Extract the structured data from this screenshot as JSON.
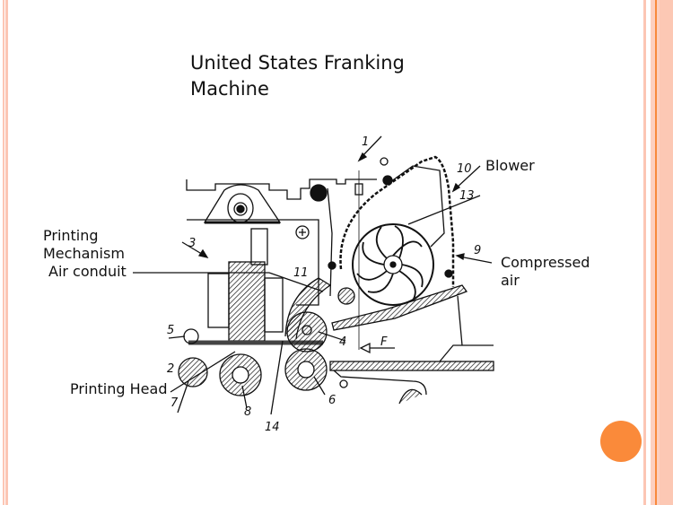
{
  "slide": {
    "title_line1": "United States Franking",
    "title_line2": "Machine",
    "accent_color": "#fa8a3a",
    "border_color": "#fcc6b4"
  },
  "diagram": {
    "labels": {
      "printing_mechanism_line1": "Printing",
      "printing_mechanism_line2": "Mechanism",
      "air_conduit": "Air conduit",
      "printing_head": "Printing Head",
      "blower": "Blower",
      "compressed_air_line1": "Compressed",
      "compressed_air_line2": "air"
    },
    "part_numbers": {
      "n1": "1",
      "n2": "2",
      "n3": "3",
      "n4": "4",
      "n5": "5",
      "n6": "6",
      "n7": "7",
      "n8": "8",
      "n9": "9",
      "n10": "10",
      "n11": "11",
      "n13": "13",
      "n14": "14",
      "f": "F"
    }
  }
}
